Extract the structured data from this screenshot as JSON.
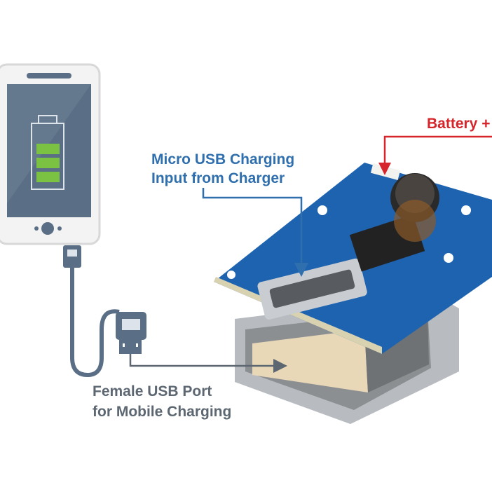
{
  "labels": {
    "micro_usb_line1": "Micro USB Charging",
    "micro_usb_line2": "Input from Charger",
    "battery": "Battery +",
    "female_usb_line1": "Female USB Port",
    "female_usb_line2": "for Mobile Charging"
  },
  "phone": {
    "battery_level_bars": 3,
    "battery_level_max": 3
  },
  "colors": {
    "label_blue": "#2f6fae",
    "label_grey": "#5d6772",
    "label_red": "#d7262b",
    "phone_screen": "#5a6e85",
    "battery_green": "#7cc242",
    "pcb_blue": "#1e63b0"
  }
}
